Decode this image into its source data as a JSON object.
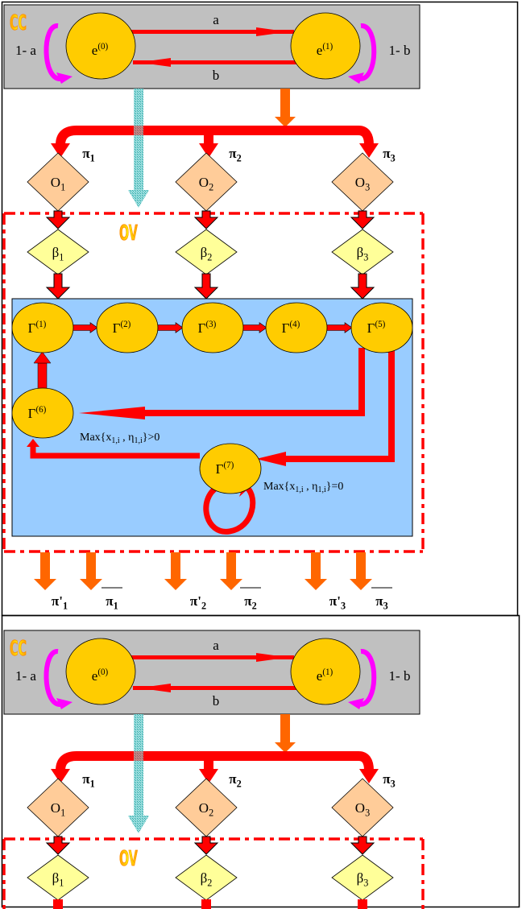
{
  "panels": [
    {
      "markov_chain": {
        "logo": "CC",
        "state0": {
          "base": "e",
          "sup": "(0)"
        },
        "state1": {
          "base": "e",
          "sup": "(1)"
        },
        "edge_0_to_1": "a",
        "edge_1_to_0": "b",
        "self_loop_0": "1- a",
        "self_loop_1": "1- b"
      },
      "policies": [
        {
          "base": "π",
          "sub": "1"
        },
        {
          "base": "π",
          "sub": "2"
        },
        {
          "base": "π",
          "sub": "3"
        }
      ],
      "observers": [
        {
          "base": "O",
          "sub": "1"
        },
        {
          "base": "O",
          "sub": "2"
        },
        {
          "base": "O",
          "sub": "3"
        }
      ],
      "ov_logo": "OV",
      "betas": [
        {
          "base": "β",
          "sub": "1"
        },
        {
          "base": "β",
          "sub": "2"
        },
        {
          "base": "β",
          "sub": "3"
        }
      ],
      "gammas": [
        {
          "base": "Γ",
          "sup": "(1)"
        },
        {
          "base": "Γ",
          "sup": "(2)"
        },
        {
          "base": "Γ",
          "sup": "(3)"
        },
        {
          "base": "Γ",
          "sup": "(4)"
        },
        {
          "base": "Γ",
          "sup": "(5)"
        },
        {
          "base": "Γ",
          "sup": "(6)"
        },
        {
          "base": "Γ",
          "sup": "(7)"
        }
      ],
      "condition_positive": {
        "prefix": "Max{x",
        "sub1": "1,i",
        "mid": " , η",
        "sub2": "1,i",
        "suffix": "}>0"
      },
      "condition_zero": {
        "prefix": "Max{x",
        "sub1": "1,i",
        "mid": " , η",
        "sub2": "1,i",
        "suffix": "}=0"
      },
      "outputs": [
        {
          "base": "π'",
          "sub": "1",
          "bar": false
        },
        {
          "base": "π",
          "sub": "1",
          "bar": true
        },
        {
          "base": "π'",
          "sub": "2",
          "bar": false
        },
        {
          "base": "π",
          "sub": "2",
          "bar": true
        },
        {
          "base": "π'",
          "sub": "3",
          "bar": false
        },
        {
          "base": "π",
          "sub": "3",
          "bar": true
        }
      ]
    }
  ],
  "colors": {
    "state_fill": "#ffcc00",
    "gray_panel": "#c0c0c0",
    "arrow_red": "#ff0000",
    "self_loop_magenta": "#ff00ff",
    "orange_arrow": "#ff6600",
    "cyan_arrow": "#66cccc",
    "observer_fill": "#ffcc99",
    "beta_fill": "#ffff99",
    "inner_box": "#99ccff"
  }
}
